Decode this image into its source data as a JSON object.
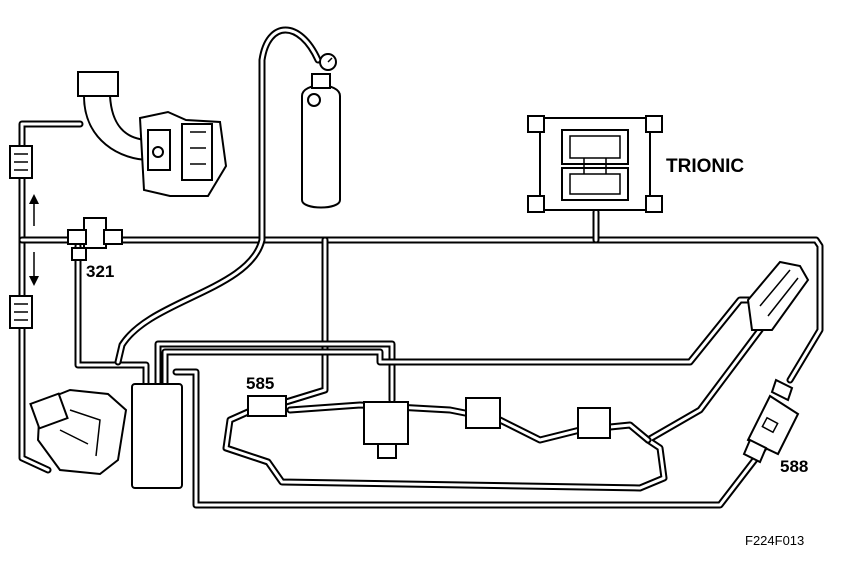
{
  "labels": {
    "trionic": "TRIONIC",
    "valve_321": "321",
    "valve_585": "585",
    "sensor_588": "588",
    "figure_id": "F224F013"
  }
}
